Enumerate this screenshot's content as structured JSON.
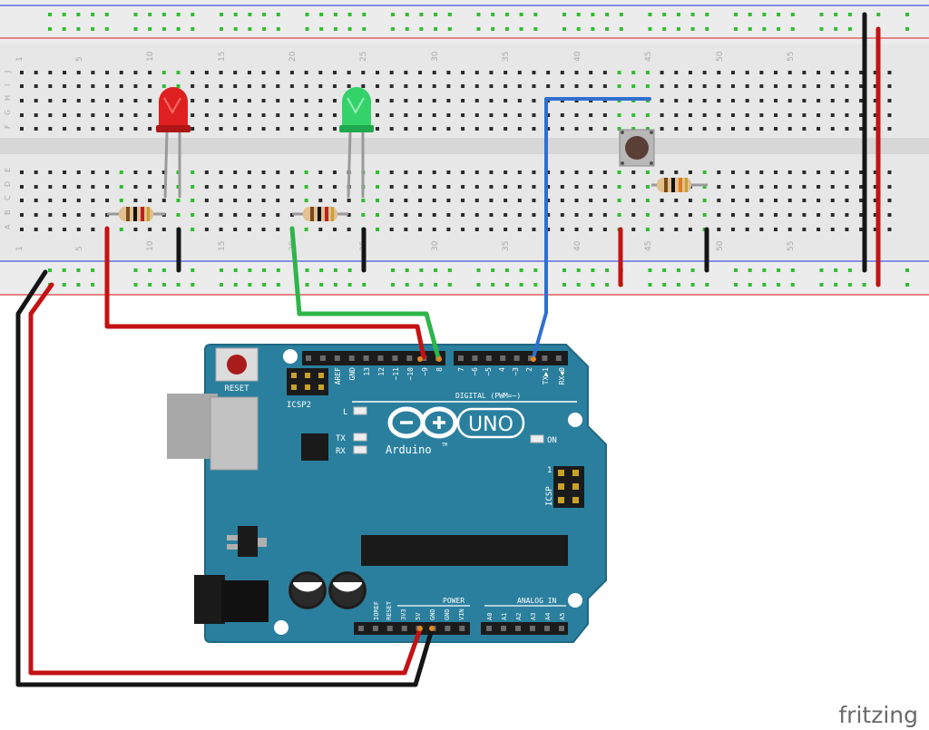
{
  "breadboard": {
    "column_numbers": [
      "1",
      "5",
      "10",
      "15",
      "20",
      "25",
      "30",
      "35",
      "40",
      "45",
      "50",
      "55"
    ],
    "row_letters_top": [
      "J",
      "I",
      "H",
      "G",
      "F"
    ],
    "row_letters_bottom": [
      "E",
      "D",
      "C",
      "B",
      "A"
    ]
  },
  "arduino": {
    "reset_label": "RESET",
    "icsp2_label": "ICSP2",
    "icsp_label": "ICSP",
    "icsp_pin1": "1",
    "digital_header_label": "DIGITAL (PWM=~)",
    "brand_label": "Arduino",
    "tm_label": "TM",
    "model_label": "UNO",
    "led_l_label": "L",
    "led_tx_label": "TX",
    "led_rx_label": "RX",
    "led_on_label": "ON",
    "power_label": "POWER",
    "analog_label": "ANALOG IN",
    "digital_pins": [
      "AREF",
      "GND",
      "13",
      "12",
      "~11",
      "~10",
      "~9",
      "8",
      "7",
      "~6",
      "~5",
      "4",
      "~3",
      "2",
      "TX▶1",
      "RX◀0"
    ],
    "power_pins": [
      "IOREF",
      "RESET",
      "3V3",
      "5V",
      "GND",
      "GND",
      "VIN"
    ],
    "analog_pins": [
      "A0",
      "A1",
      "A2",
      "A3",
      "A4",
      "A5"
    ]
  },
  "watermark": "fritzing",
  "colors": {
    "board": "#2a7f9e",
    "breadboard": "#e6e6e6",
    "wire_red": "#c41212",
    "wire_black": "#151515",
    "wire_green": "#2fb54a",
    "wire_blue": "#2f6fd0",
    "rail_red": "#e04040",
    "rail_blue": "#4050e0",
    "hole_active": "#33bb33"
  }
}
